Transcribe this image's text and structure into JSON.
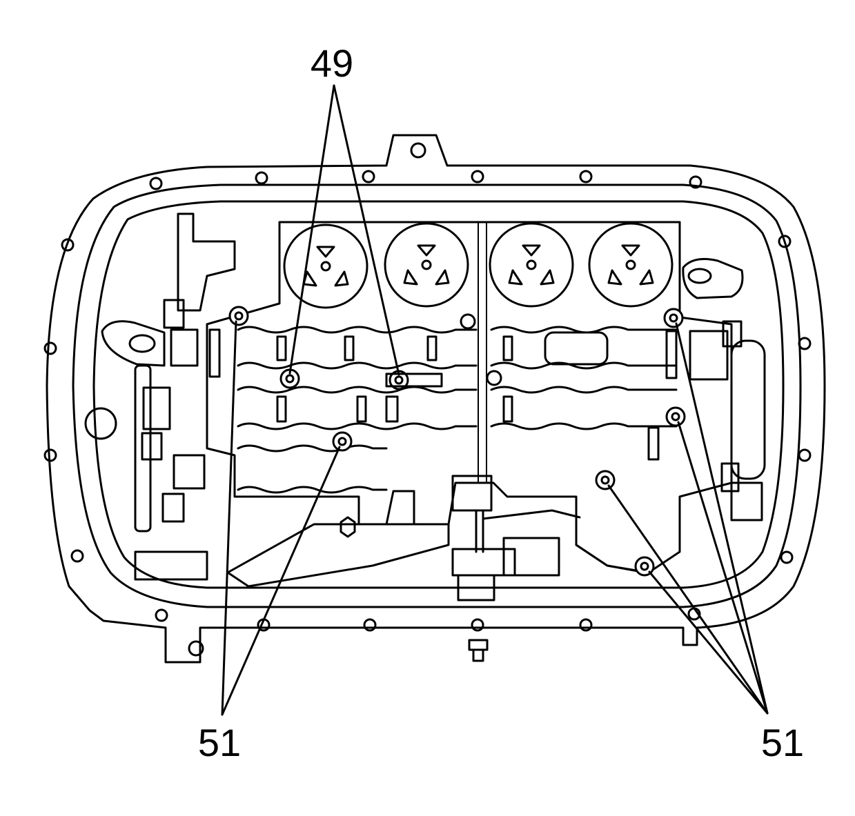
{
  "callouts": {
    "top_label": "49",
    "bottom_left_label": "51",
    "bottom_right_label": "51"
  },
  "colors": {
    "line": "#000000",
    "background": "#ffffff"
  }
}
